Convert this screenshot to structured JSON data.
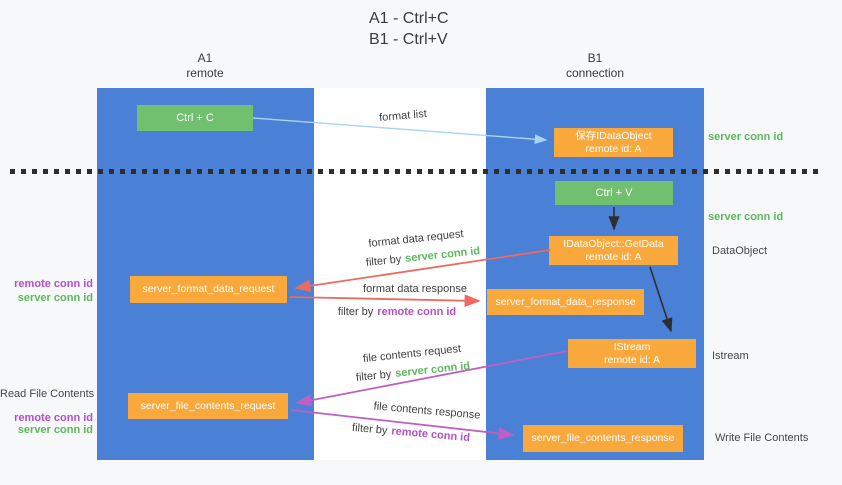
{
  "title": {
    "line1": "A1 - Ctrl+C",
    "line2": "B1 - Ctrl+V"
  },
  "lanes": {
    "left": {
      "header_top": "A1",
      "header_bottom": "remote"
    },
    "right": {
      "header_top": "B1",
      "header_bottom": "connection"
    }
  },
  "nodes": {
    "ctrl_c": {
      "label": "Ctrl + C"
    },
    "ctrl_v": {
      "label": "Ctrl + V"
    },
    "save_dataobject": {
      "line1": "保存IDataObject",
      "line2": "remote id: A"
    },
    "getdata": {
      "line1": "IDataObject::GetData",
      "line2": "remote id: A"
    },
    "istream": {
      "line1": "IStream",
      "line2": "remote id: A"
    },
    "format_request": {
      "label": "server_format_data_request"
    },
    "format_response": {
      "label": "server_format_data_response"
    },
    "file_request": {
      "label": "server_file_contents_request"
    },
    "file_response": {
      "label": "server_file_contents_response"
    }
  },
  "flow_labels": {
    "format_list": "format list",
    "format_data_request": "format data request",
    "format_data_response": "format data response",
    "file_contents_request": "file contents request",
    "file_contents_response": "file contents response",
    "filter_by": "filter by",
    "server_conn_id": "server conn id",
    "remote_conn_id": "remote conn id"
  },
  "side_labels": {
    "left_mid": {
      "remote": "remote conn id",
      "server": "server conn id"
    },
    "left_bottom": {
      "title": "Read File Contents",
      "remote": "remote conn id",
      "server": "server conn id"
    },
    "right": {
      "server_conn_id_top": "server conn id",
      "server_conn_id_mid": "server conn id",
      "dataobject": "DataObject",
      "istream": "Istream",
      "write_file_contents": "Write File Contents"
    }
  },
  "colors": {
    "bg": "#f7f8fa",
    "lane_blue": "#4a81d7",
    "node_green": "#71c070",
    "node_orange": "#f9a83c",
    "arrow_light_blue": "#a9d5f5",
    "arrow_red": "#ed6a60",
    "arrow_magenta": "#bf5fc4",
    "arrow_black": "#2e2e2e",
    "text_green": "#5cb85c",
    "text_purple": "#b44fc8",
    "text_dark": "#3d3d3d"
  }
}
